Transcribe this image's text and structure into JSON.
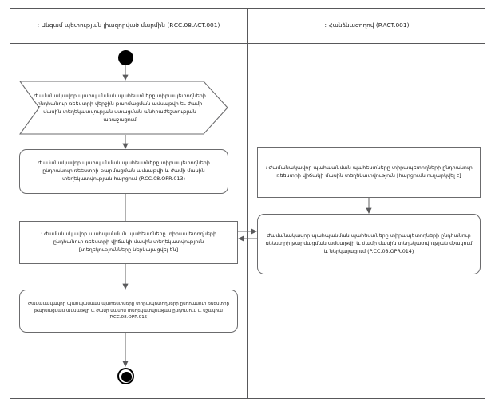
{
  "diagram": {
    "type": "uml-activity-diagram",
    "title_present": false,
    "lanes": [
      {
        "id": "lane-left",
        "label": ": Անգամ պետության լիազորված մարմին (P.CC.08.ACT.001)"
      },
      {
        "id": "lane-right",
        "label": ": Հանձնաժողով (P.ACT.001)"
      }
    ],
    "nodes": {
      "initial": {
        "name": "initial-node",
        "shape": "filled-circle"
      },
      "final": {
        "name": "final-node",
        "shape": "bullseye"
      },
      "event_trigger": {
        "shape": "receive-event",
        "text": "Ժամանակավոր պահպանման պահեստները տիրապետողների ընդհանուր ռեեստրի վերջին թարմացման ամսաթվի եւ ժամի մասին տեղեկատվության ստացման անհրաժեշտության առաջացում"
      },
      "action_opr_013": {
        "shape": "rounded-rect",
        "text": "Ժամանակավոր պահպանման պահեստները տիրապետողների ընդհանուր ռեեստրի թարմացման ամսաթվի և ժամի մասին տեղեկատվության հարցում (P.CC.08.OPR.013)",
        "code": "P.CC.08.OPR.013"
      },
      "object_request_sent": {
        "shape": "rect",
        "text": ": Ժամանակավոր պահպանման պահեստները տիրապետողների ընդհանուր ռեեստրի վիճակի մասին տեղեկատվություն [հարցումն ուղարկվել է]",
        "state": "հարցումն ուղարկվել է"
      },
      "action_opr_014": {
        "shape": "rounded-rect",
        "text": "Ժամանակավոր պահպանման պահեստները տիրապետողների ընդհանուր ռեեստրի թարմացման ամսաթվի և ժամի մասին տեղեկատվության մշակում և ներկայացում (P.CC.08.OPR.014)",
        "code": "P.CC.08.OPR.014"
      },
      "object_info_provided": {
        "shape": "rect",
        "text": ": Ժամանակավոր պահպանման պահեստները տիրապետողների ընդհանուր ռեեստրի վիճակի մասին տեղեկատվություն [տեղեկությունները ներկայացվել են]",
        "state": "տեղեկությունները ներկայացվել են"
      },
      "action_opr_015": {
        "shape": "rounded-rect",
        "text": "Ժամանակավոր պահպանման պահեստները տիրապետողների ընդհանուր ռեեստրի թարմացման ամսաթվի և ժամի մասին տեղեկատվության ընդունում և մշակում (P.CC.08.OPR.015)",
        "code": "P.CC.08.OPR.015"
      }
    },
    "colors": {
      "frame_stroke": "#58585a",
      "node_stroke": "#6b6b6d",
      "edge_stroke": "#6e6e70",
      "node_fill": "#ffffff",
      "node_marker": "#000000",
      "background": "#ffffff"
    }
  }
}
